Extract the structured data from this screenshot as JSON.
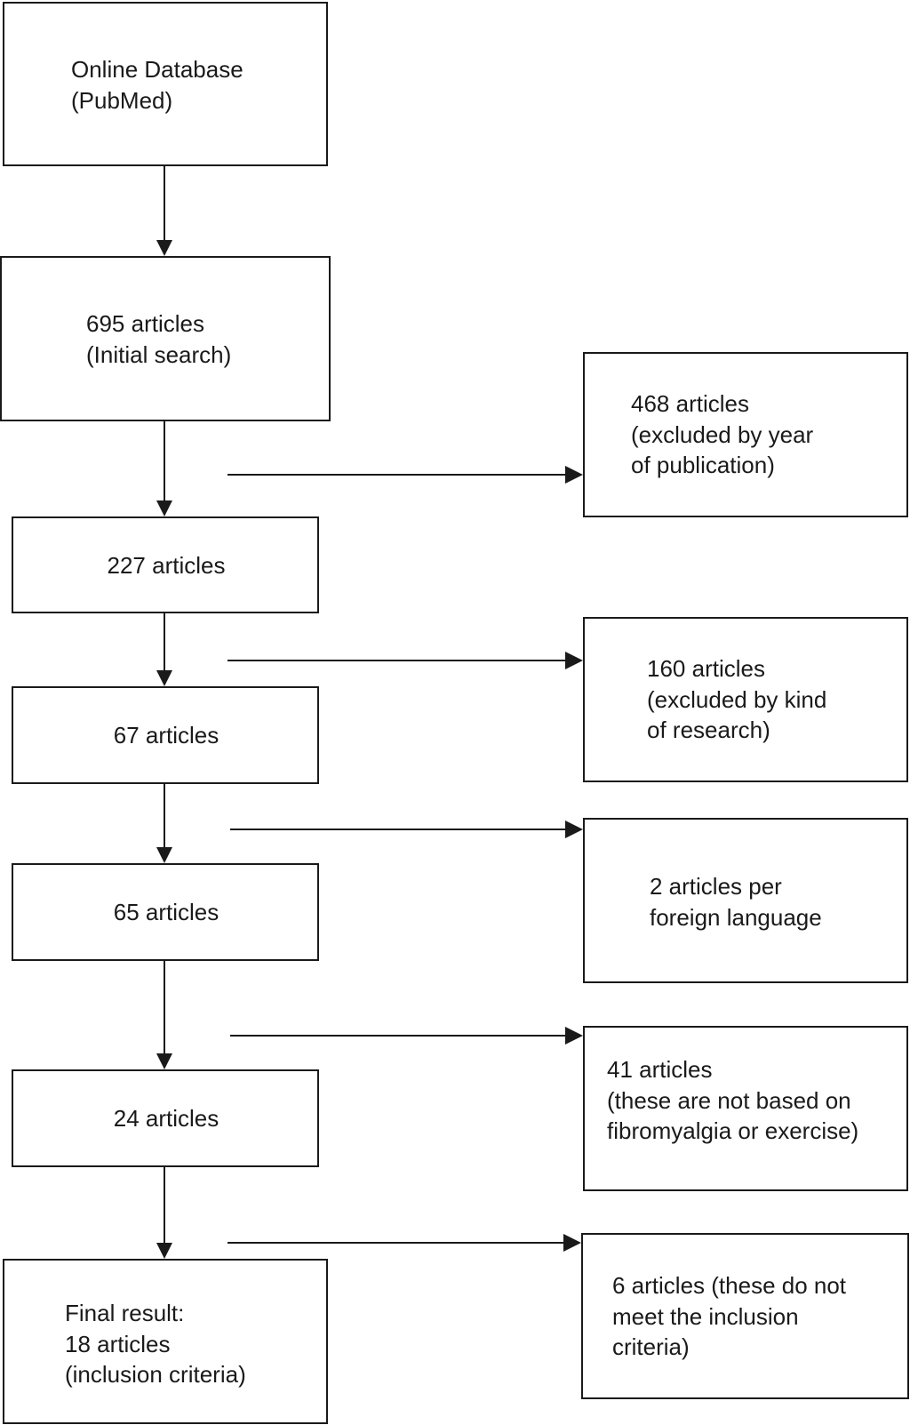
{
  "flowchart": {
    "main": [
      {
        "lines": [
          "Online Database",
          "(PubMed)"
        ]
      },
      {
        "lines": [
          "695 articles",
          "(Initial search)"
        ]
      },
      {
        "lines": [
          "227 articles"
        ]
      },
      {
        "lines": [
          "67 articles"
        ]
      },
      {
        "lines": [
          "65 articles"
        ]
      },
      {
        "lines": [
          "24 articles"
        ]
      },
      {
        "lines": [
          "Final result:",
          "18 articles",
          "(inclusion criteria)"
        ]
      }
    ],
    "excluded": [
      {
        "lines": [
          "468 articles",
          "(excluded by year",
          "of publication)"
        ]
      },
      {
        "lines": [
          "160 articles",
          "(excluded by kind",
          "of research)"
        ]
      },
      {
        "lines": [
          "2 articles per",
          "foreign language"
        ]
      },
      {
        "lines": [
          "41 articles",
          "(these are not based on",
          "fibromyalgia or exercise)"
        ]
      },
      {
        "lines": [
          "6 articles (these do not",
          "meet the inclusion",
          "criteria)"
        ]
      }
    ]
  },
  "colors": {
    "stroke": "#1a1a1a",
    "background": "#ffffff"
  }
}
